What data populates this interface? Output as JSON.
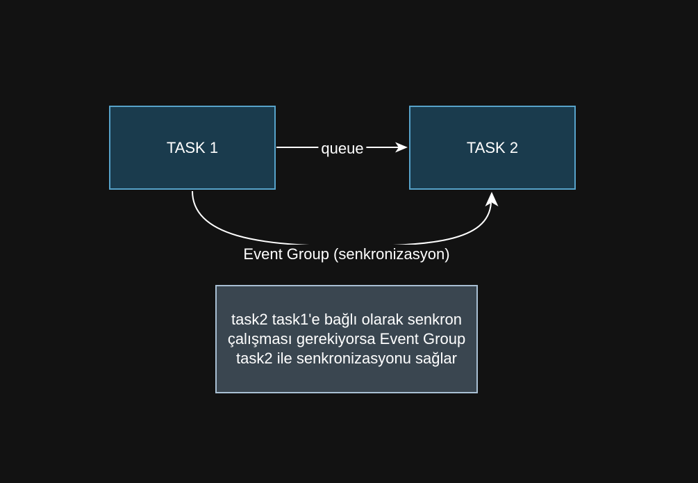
{
  "diagram": {
    "nodes": {
      "task1": {
        "label": "TASK 1"
      },
      "task2": {
        "label": "TASK 2"
      }
    },
    "edges": {
      "queue": {
        "label": "queue",
        "from": "task1",
        "to": "task2",
        "style": "straight-arrow"
      },
      "event_group": {
        "label": "Event Group (senkronizasyon)",
        "from": "task1",
        "to": "task2",
        "style": "curved-arrow"
      }
    },
    "note": {
      "lines": [
        "task2 task1'e bağlı olarak senkron",
        "çalışması gerekiyorsa Event Group",
        "task2 ile senkronizasyonu sağlar"
      ]
    },
    "colors": {
      "background": "#121212",
      "node_fill": "#1a3b4d",
      "node_stroke": "#57a3ca",
      "note_fill": "#3a4650",
      "note_stroke": "#a9c0d4",
      "arrow": "#ffffff",
      "text": "#ffffff"
    }
  }
}
